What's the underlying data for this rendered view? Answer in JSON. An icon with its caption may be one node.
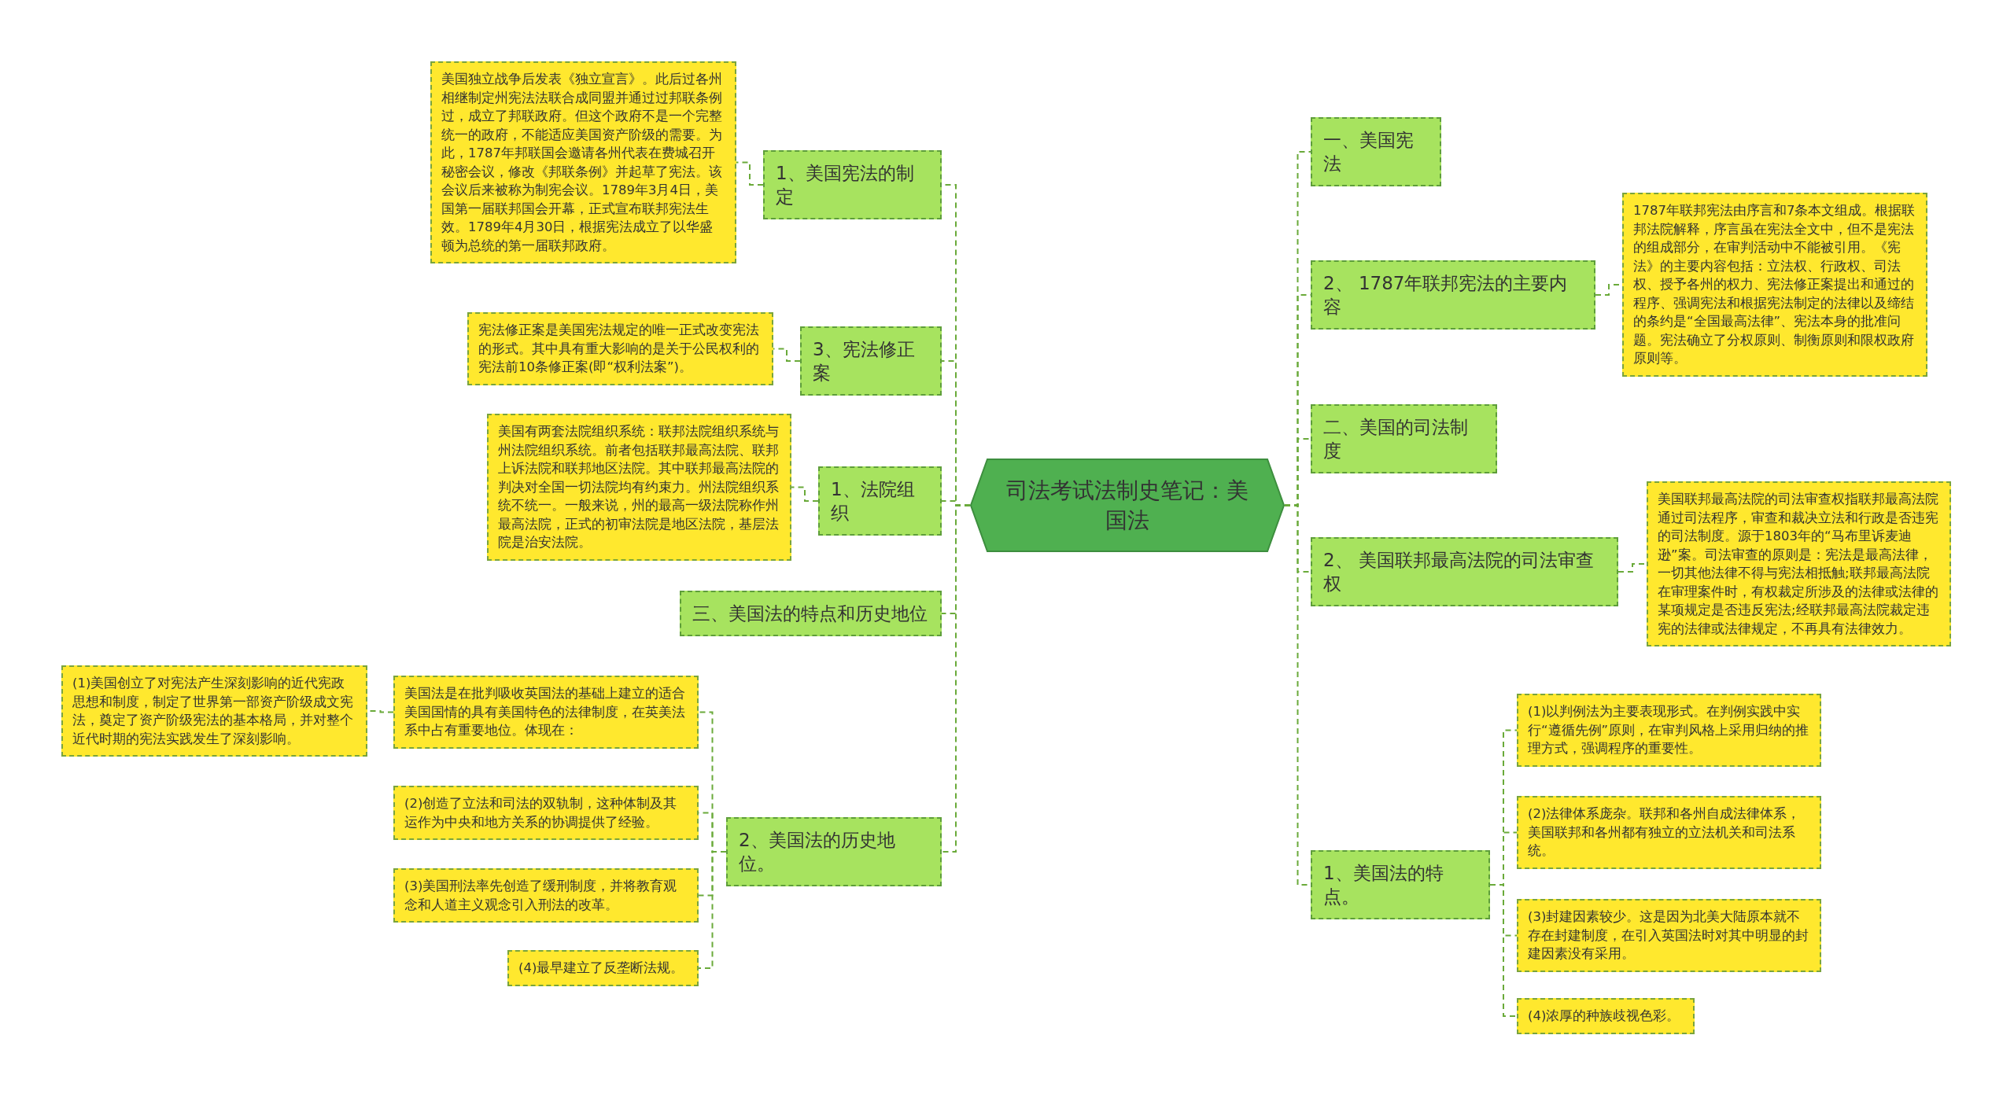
{
  "diagram": {
    "nodes": [
      {
        "text": [
          "司法考试法制史笔记：美国法"
        ]
      },
      {
        "text": [
          "1、美国宪法的制定"
        ]
      },
      {
        "text": [
          "美国独立战争后发表《独立宣言》。此后过各州相继制定州宪法法联合成同盟并通过过邦联条例过，成立了邦联政府。但这个政府不是一个完整统一的政府，不能适应美国资产阶级的需要。为此，1787年邦联国会邀请各州代表在费城召开秘密会议，修改《邦联条例》并起草了宪法。该会议后来被称为制宪会议。1789年3月4日，美国第一届联邦国会开幕，正式宣布联邦宪法生效。1789年4月30日，根据宪法成立了以华盛顿为总统的第一届联邦政府。"
        ]
      },
      {
        "text": [
          "3、宪法修正案"
        ]
      },
      {
        "text": [
          "宪法修正案是美国宪法规定的唯一正式改变宪法的形式。其中具有重大影响的是关于公民权利的宪法前10条修正案(即“权利法案”)。"
        ]
      },
      {
        "text": [
          "1、法院组织"
        ]
      },
      {
        "text": [
          "美国有两套法院组织系统：联邦法院组织系统与州法院组织系统。前者包括联邦最高法院、联邦上诉法院和联邦地区法院。其中联邦最高法院的判决对全国一切法院均有约束力。州法院组织系统不统一。一般来说，州的最高一级法院称作州最高法院，正式的初审法院是地区法院，基层法院是治安法院。"
        ]
      },
      {
        "text": [
          "三、美国法的特点和历史地位"
        ]
      },
      {
        "text": [
          "2、美国法的历史地位。"
        ]
      },
      {
        "text": [
          "美国法是在批判吸收英国法的基础上建立的适合美国国情的具有美国特色的法律制度，在英美法系中占有重要地位。体现在："
        ]
      },
      {
        "text": [
          "(1)美国创立了对宪法产生深刻影响的近代宪政思想和制度，制定了世界第一部资产阶级成文宪法，奠定了资产阶级宪法的基本格局，并对整个近代时期的宪法实践发生了深刻影响。"
        ]
      },
      {
        "text": [
          "(2)创造了立法和司法的双轨制，这种体制及其运作为中央和地方关系的协调提供了经验。"
        ]
      },
      {
        "text": [
          "(3)美国刑法率先创造了缓刑制度，并将教育观念和人道主义观念引入刑法的改革。"
        ]
      },
      {
        "text": [
          "(4)最早建立了反垄断法规。"
        ]
      },
      {
        "text": [
          "一、美国宪法"
        ]
      },
      {
        "text": [
          "2、 1787年联邦宪法的主要内容"
        ]
      },
      {
        "text": [
          "1787年联邦宪法由序言和7条本文组成。根据联邦法院解释，序言虽在宪法全文中，但不是宪法的组成部分，在审判活动中不能被引用。《宪法》的主要内容包括：立法权、行政权、司法权、授予各州的权力、宪法修正案提出和通过的程序、强调宪法和根据宪法制定的法律以及缔结的条约是“全国最高法律”、宪法本身的批准问题。宪法确立了分权原则、制衡原则和限权政府原则等。"
        ]
      },
      {
        "text": [
          "二、美国的司法制度"
        ]
      },
      {
        "text": [
          "2、 美国联邦最高法院的司法审查权"
        ]
      },
      {
        "text": [
          "美国联邦最高法院的司法审查权指联邦最高法院通过司法程序，审查和裁决立法和行政是否违宪的司法制度。源于1803年的“马布里诉麦迪逊”案。司法审查的原则是：宪法是最高法律，一切其他法律不得与宪法相抵触;联邦最高法院在审理案件时，有权裁定所涉及的法律或法律的某项规定是否违反宪法;经联邦最高法院裁定违宪的法律或法律规定，不再具有法律效力。"
        ]
      },
      {
        "text": [
          "1、美国法的特点。"
        ]
      },
      {
        "text": [
          "(1)以判例法为主要表现形式。在判例实践中实行“遵循先例”原则，在审判风格上采用归纳的推理方式，强调程序的重要性。"
        ]
      },
      {
        "text": [
          "(2)法律体系庞杂。联邦和各州自成法律体系，美国联邦和各州都有独立的立法机关和司法系统。"
        ]
      },
      {
        "text": [
          "(3)封建因素较少。这是因为北美大陆原本就不存在封建制度，在引入英国法时对其中明显的封建因素没有采用。"
        ]
      },
      {
        "text": [
          "(4)浓厚的种族歧视色彩。"
        ]
      }
    ],
    "edges": [
      {
        "from": 0,
        "to": 1,
        "arrow": "none",
        "style": "dashed"
      },
      {
        "from": 1,
        "to": 2,
        "arrow": "none",
        "style": "dashed"
      },
      {
        "from": 0,
        "to": 3,
        "arrow": "none",
        "style": "dashed"
      },
      {
        "from": 3,
        "to": 4,
        "arrow": "none",
        "style": "dashed"
      },
      {
        "from": 0,
        "to": 5,
        "arrow": "none",
        "style": "dashed"
      },
      {
        "from": 5,
        "to": 6,
        "arrow": "none",
        "style": "dashed"
      },
      {
        "from": 0,
        "to": 7,
        "arrow": "none",
        "style": "dashed"
      },
      {
        "from": 0,
        "to": 8,
        "arrow": "none",
        "style": "dashed"
      },
      {
        "from": 8,
        "to": 9,
        "arrow": "none",
        "style": "dashed"
      },
      {
        "from": 9,
        "to": 10,
        "arrow": "none",
        "style": "dashed"
      },
      {
        "from": 8,
        "to": 11,
        "arrow": "none",
        "style": "dashed"
      },
      {
        "from": 8,
        "to": 12,
        "arrow": "none",
        "style": "dashed"
      },
      {
        "from": 8,
        "to": 13,
        "arrow": "none",
        "style": "dashed"
      },
      {
        "from": 0,
        "to": 14,
        "arrow": "none",
        "style": "dashed"
      },
      {
        "from": 0,
        "to": 15,
        "arrow": "none",
        "style": "dashed"
      },
      {
        "from": 15,
        "to": 16,
        "arrow": "none",
        "style": "dashed"
      },
      {
        "from": 0,
        "to": 17,
        "arrow": "none",
        "style": "dashed"
      },
      {
        "from": 0,
        "to": 18,
        "arrow": "none",
        "style": "dashed"
      },
      {
        "from": 18,
        "to": 19,
        "arrow": "none",
        "style": "dashed"
      },
      {
        "from": 0,
        "to": 20,
        "arrow": "none",
        "style": "dashed"
      },
      {
        "from": 20,
        "to": 21,
        "arrow": "none",
        "style": "dashed"
      },
      {
        "from": 20,
        "to": 22,
        "arrow": "none",
        "style": "dashed"
      },
      {
        "from": 20,
        "to": 23,
        "arrow": "none",
        "style": "dashed"
      },
      {
        "from": 20,
        "to": 24,
        "arrow": "none",
        "style": "dashed"
      }
    ]
  }
}
